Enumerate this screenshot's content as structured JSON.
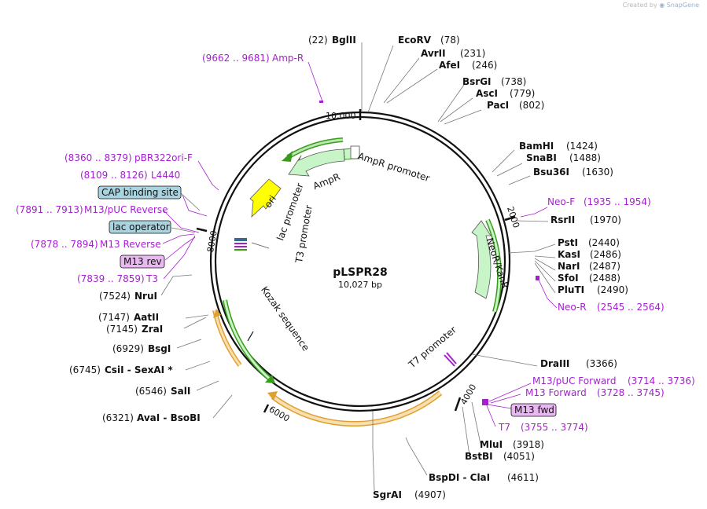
{
  "app": {
    "credit_prefix": "Created by",
    "credit_brand": "SnapGene"
  },
  "plasmid": {
    "name": "pLSPR28",
    "length_label": "10,027 bp"
  },
  "ticks": [
    "10,000",
    "2000",
    "4000",
    "6000",
    "8000"
  ],
  "enzymes": [
    {
      "name": "BglII",
      "pos": "(22)"
    },
    {
      "name": "EcoRV",
      "pos": "(78)"
    },
    {
      "name": "AvrII",
      "pos": "(231)"
    },
    {
      "name": "AfeI",
      "pos": "(246)"
    },
    {
      "name": "BsrGI",
      "pos": "(738)"
    },
    {
      "name": "AscI",
      "pos": "(779)"
    },
    {
      "name": "PacI",
      "pos": "(802)"
    },
    {
      "name": "BamHI",
      "pos": "(1424)"
    },
    {
      "name": "SnaBI",
      "pos": "(1488)"
    },
    {
      "name": "Bsu36I",
      "pos": "(1630)"
    },
    {
      "name": "RsrII",
      "pos": "(1970)"
    },
    {
      "name": "PstI",
      "pos": "(2440)"
    },
    {
      "name": "KasI",
      "pos": "(2486)"
    },
    {
      "name": "NarI",
      "pos": "(2487)"
    },
    {
      "name": "SfoI",
      "pos": "(2488)"
    },
    {
      "name": "PluTI",
      "pos": "(2490)"
    },
    {
      "name": "DraIII",
      "pos": "(3366)"
    },
    {
      "name": "MluI",
      "pos": "(3918)"
    },
    {
      "name": "BstBI",
      "pos": "(4051)"
    },
    {
      "name": "BspDI - ClaI",
      "pos": "(4611)"
    },
    {
      "name": "SgrAI",
      "pos": "(4907)"
    },
    {
      "name": "AvaI - BsoBI",
      "pos": "(6321)"
    },
    {
      "name": "SalI",
      "pos": "(6546)"
    },
    {
      "name": "CsiI - SexAI *",
      "pos": "(6745)"
    },
    {
      "name": "BsgI",
      "pos": "(6929)"
    },
    {
      "name": "ZraI",
      "pos": "(7145)"
    },
    {
      "name": "AatII",
      "pos": "(7147)"
    },
    {
      "name": "NruI",
      "pos": "(7524)"
    }
  ],
  "primers": [
    {
      "name": "Amp-R",
      "range": "(9662 .. 9681)"
    },
    {
      "name": "Neo-F",
      "range": "(1935 .. 1954)"
    },
    {
      "name": "Neo-R",
      "range": "(2545 .. 2564)"
    },
    {
      "name": "M13/pUC Forward",
      "range": "(3714 .. 3736)"
    },
    {
      "name": "M13 Forward",
      "range": "(3728 .. 3745)"
    },
    {
      "name": "M13 fwd",
      "range": ""
    },
    {
      "name": "T7",
      "range": "(3755 .. 3774)"
    },
    {
      "name": "pBR322ori-F",
      "range": "(8360 .. 8379)"
    },
    {
      "name": "L4440",
      "range": "(8109 .. 8126)"
    },
    {
      "name": "M13/pUC Reverse",
      "range": "(7891 .. 7913)"
    },
    {
      "name": "M13 Reverse",
      "range": "(7878 .. 7894)"
    },
    {
      "name": "M13 rev",
      "range": ""
    },
    {
      "name": "T3",
      "range": "(7839 .. 7859)"
    }
  ],
  "boxed_features": [
    "CAP binding site",
    "lac operator"
  ],
  "features": {
    "ampr_promoter": "AmpR promoter",
    "ampr": "AmpR",
    "ori": "ori",
    "lac_promoter": "lac promoter",
    "t3_promoter": "T3 promoter",
    "kozak": "Kozak sequence",
    "neor": "NeoR/KanR",
    "t7_promoter": "T7 promoter"
  },
  "colors": {
    "backbone": "#111111",
    "primer": "#a51fd0",
    "ampr_fill": "#c8f5c8",
    "arrow_green": "#3a9a1a",
    "ori_fill": "#ffff00",
    "orange": "#e0a030",
    "cap_box": "#a8d4e0",
    "m13_box": "#e8b8f0"
  }
}
